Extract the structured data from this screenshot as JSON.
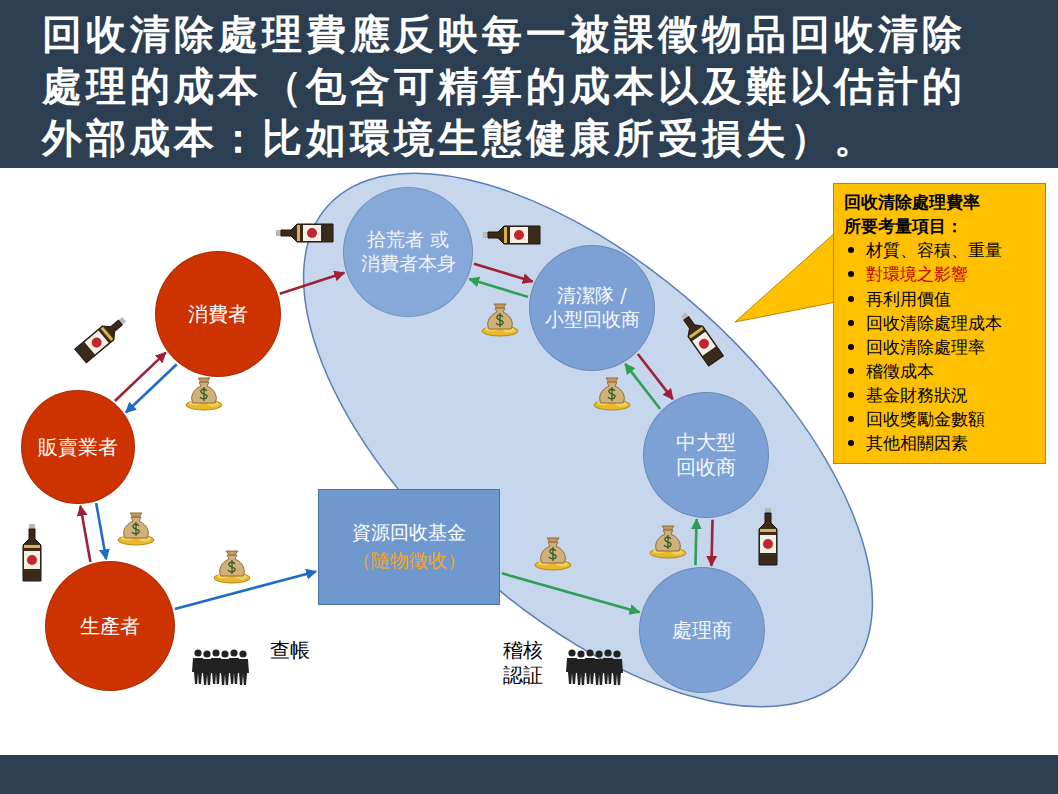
{
  "diagram": {
    "title": "回收清除處理費應反映每一被課徵物品回收清除 處理的成本（包含可精算的成本以及難以估計的 外部成本：比如環境生態健康所受損失）。",
    "nodes": [
      {
        "text": [
          "消費者"
        ]
      },
      {
        "text": [
          "販賣業者"
        ]
      },
      {
        "text": [
          "生產者"
        ]
      },
      {
        "text": [
          "資源回收基金",
          "（隨物徵收）"
        ]
      },
      {
        "text": [
          "拾荒者 或 消費者本身"
        ]
      },
      {
        "text": [
          "清潔隊 / 小型回收商"
        ]
      },
      {
        "text": [
          "中大型 回收商"
        ]
      },
      {
        "text": [
          "處理商"
        ]
      },
      {
        "text": [
          "回收清除處理費率 所要考量項目：",
          "材質、容積、重量",
          "對環境之影響",
          "再利用價值",
          "回收清除處理成本",
          "回收清除處理率",
          "稽徵成本",
          "基金財務狀況",
          "回收獎勵金數額",
          "其他相關因素"
        ]
      }
    ],
    "edges": [
      {
        "from": 1,
        "to": 0,
        "arrow": "to"
      },
      {
        "from": 0,
        "to": 1,
        "arrow": "to"
      },
      {
        "from": 2,
        "to": 1,
        "arrow": "to"
      },
      {
        "from": 1,
        "to": 2,
        "arrow": "to"
      },
      {
        "from": 2,
        "to": 3,
        "arrow": "to"
      },
      {
        "from": 0,
        "to": 4,
        "arrow": "to"
      },
      {
        "from": 4,
        "to": 5,
        "arrow": "to"
      },
      {
        "from": 5,
        "to": 4,
        "arrow": "to"
      },
      {
        "from": 5,
        "to": 6,
        "arrow": "to"
      },
      {
        "from": 6,
        "to": 5,
        "arrow": "to"
      },
      {
        "from": 6,
        "to": 7,
        "arrow": "to"
      },
      {
        "from": 7,
        "to": 6,
        "arrow": "to"
      },
      {
        "from": 3,
        "to": 7,
        "arrow": "to"
      }
    ],
    "labels": [
      "查帳",
      "稽核 認証"
    ]
  }
}
